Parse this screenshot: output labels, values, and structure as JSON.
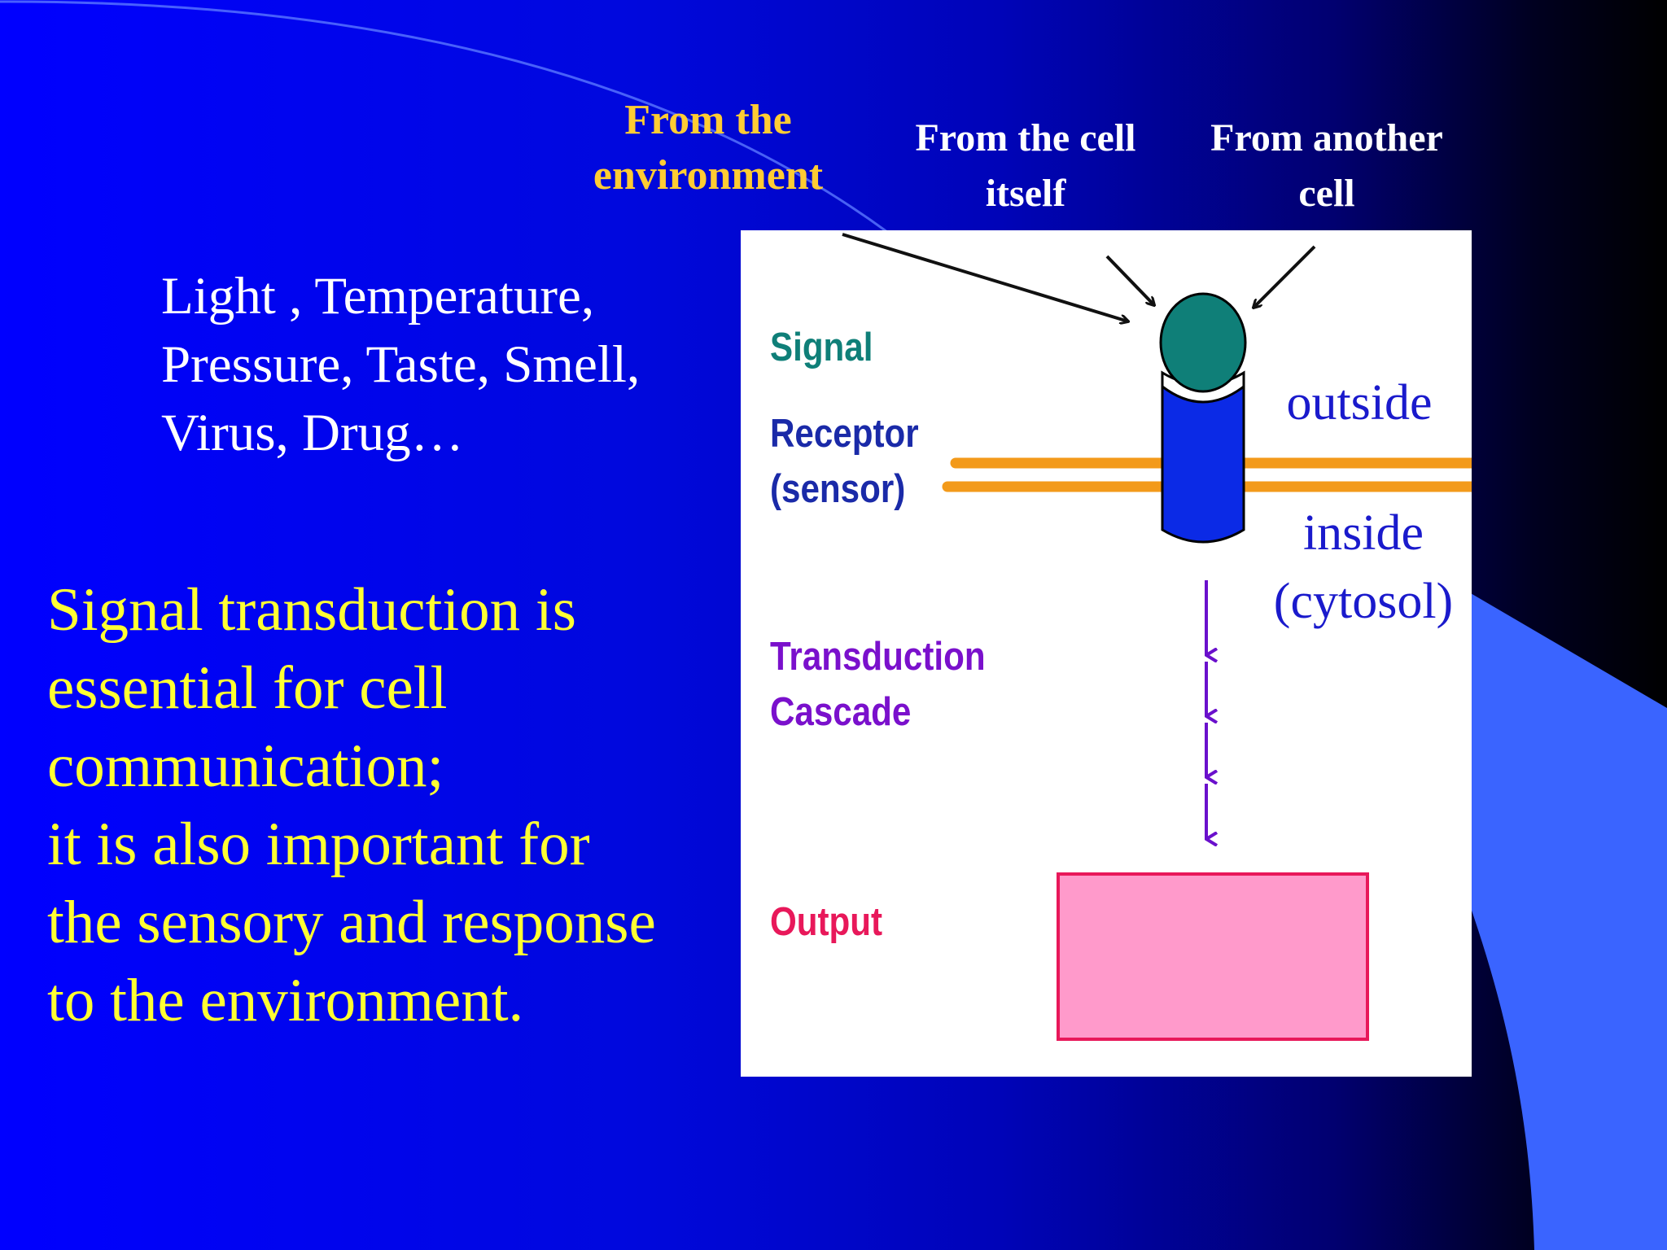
{
  "sources": {
    "environment": [
      "From the",
      "environment"
    ],
    "cell_itself": [
      "From the cell",
      "itself"
    ],
    "another_cell": [
      "From another",
      "cell"
    ]
  },
  "examples": [
    "Light , Temperature,",
    "Pressure, Taste, Smell,",
    "Virus, Drug…"
  ],
  "statement": [
    "Signal transduction is",
    "essential for cell",
    "communication;",
    "it is also important for",
    "the sensory and response",
    "to the environment."
  ],
  "diagram": {
    "signal": "Signal",
    "receptor": [
      "Receptor",
      "(sensor)"
    ],
    "transduction": [
      "Transduction",
      "Cascade"
    ],
    "output": "Output",
    "outside": "outside",
    "inside": [
      "inside",
      "(cytosol)"
    ]
  },
  "colors": {
    "background": "#0000ff",
    "environment_label": "#ffcc33",
    "statement_text": "#ffff33",
    "signal": "#0f7f78",
    "receptor": "#1a2aa8",
    "transduction": "#7a10cc",
    "output": "#e8185a",
    "membrane": "#f39a1a"
  }
}
